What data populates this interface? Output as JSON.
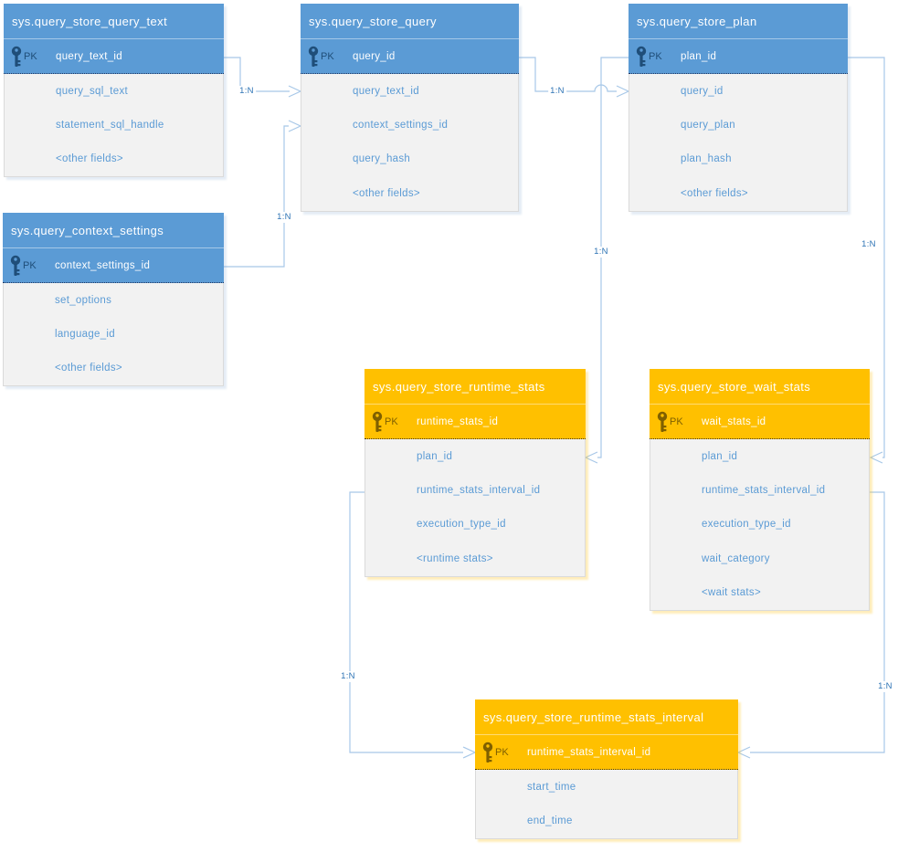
{
  "pk_badge": "PK",
  "colors": {
    "blue_header": "#5B9BD5",
    "orange_header": "#FFC000",
    "field_text": "#5B9BD5",
    "blue_key": "#1F4E79",
    "orange_key": "#7F6000",
    "connector_line": "#A8C8E8",
    "relationship_label": "#2E74B5",
    "body_background": "#F2F2F2"
  },
  "tables": [
    {
      "name": "sys.query_store_query_text",
      "theme": "blue",
      "pk": "query_text_id",
      "fields": [
        "query_sql_text",
        "statement_sql_handle",
        "<other fields>"
      ]
    },
    {
      "name": "sys.query_store_query",
      "theme": "blue",
      "pk": "query_id",
      "fields": [
        "query_text_id",
        "context_settings_id",
        "query_hash",
        "<other fields>"
      ]
    },
    {
      "name": "sys.query_store_plan",
      "theme": "blue",
      "pk": "plan_id",
      "fields": [
        "query_id",
        "query_plan",
        "plan_hash",
        "<other fields>"
      ]
    },
    {
      "name": "sys.query_context_settings",
      "theme": "blue",
      "pk": "context_settings_id",
      "fields": [
        "set_options",
        "language_id",
        "<other fields>"
      ]
    },
    {
      "name": "sys.query_store_runtime_stats",
      "theme": "orange",
      "pk": "runtime_stats_id",
      "fields": [
        "plan_id",
        "runtime_stats_interval_id",
        "execution_type_id",
        "<runtime stats>"
      ]
    },
    {
      "name": "sys.query_store_wait_stats",
      "theme": "orange",
      "pk": "wait_stats_id",
      "fields": [
        "plan_id",
        "runtime_stats_interval_id",
        "execution_type_id",
        "wait_category",
        "<wait stats>"
      ]
    },
    {
      "name": "sys.query_store_runtime_stats_interval",
      "theme": "orange",
      "pk": "runtime_stats_interval_id",
      "fields": [
        "start_time",
        "end_time"
      ]
    }
  ],
  "connectors": [
    {
      "from": "sys.query_store_query_text.query_text_id",
      "to": "sys.query_store_query.query_text_id",
      "label": "1:N"
    },
    {
      "from": "sys.query_context_settings.context_settings_id",
      "to": "sys.query_store_query.context_settings_id",
      "label": "1:N"
    },
    {
      "from": "sys.query_store_query.query_id",
      "to": "sys.query_store_plan.query_id",
      "label": "1:N"
    },
    {
      "from": "sys.query_store_plan.plan_id",
      "to": "sys.query_store_runtime_stats.plan_id",
      "label": "1:N"
    },
    {
      "from": "sys.query_store_plan.plan_id",
      "to": "sys.query_store_wait_stats.plan_id",
      "label": "1:N"
    },
    {
      "from": "sys.query_store_runtime_stats.runtime_stats_interval_id",
      "to": "sys.query_store_runtime_stats_interval.runtime_stats_interval_id",
      "label": "1:N"
    },
    {
      "from": "sys.query_store_wait_stats.runtime_stats_interval_id",
      "to": "sys.query_store_runtime_stats_interval.runtime_stats_interval_id",
      "label": "1:N"
    }
  ]
}
